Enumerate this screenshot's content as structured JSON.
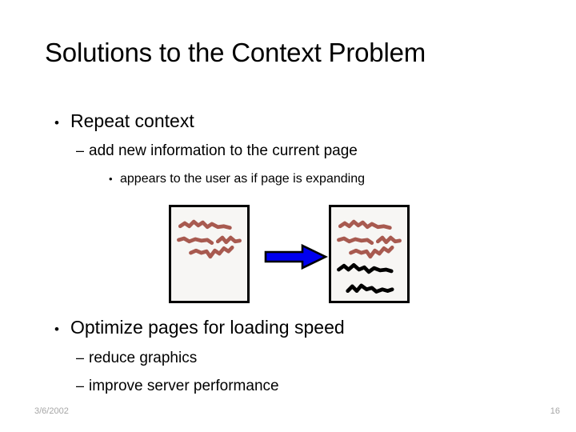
{
  "slide": {
    "title": "Solutions to the Context Problem",
    "background_color": "#FFFFFF",
    "bullets": [
      {
        "level": 1,
        "marker": "•",
        "text": "Repeat context"
      },
      {
        "level": 2,
        "marker": "–",
        "text": "add new information to the current page"
      },
      {
        "level": 3,
        "marker": "•",
        "text": "appears to the user as if page is expanding"
      },
      {
        "level": 1,
        "marker": "•",
        "text": "Optimize pages for loading speed"
      },
      {
        "level": 2,
        "marker": "–",
        "text": "reduce graphics"
      },
      {
        "level": 2,
        "marker": "–",
        "text": "improve server performance"
      }
    ]
  },
  "diagram": {
    "name": "page-expansion-diagram",
    "colors": {
      "existing_content_line": "#A85A50",
      "new_content_line": "#000000",
      "page_border": "#000000",
      "page_fill": "#F7F6F4",
      "arrow_fill": "#0000EE",
      "arrow_outline": "#000000"
    },
    "page_before": {
      "name": "page-box-before",
      "existing_lines": 3,
      "new_lines": 0
    },
    "arrow": {
      "name": "arrow-transition",
      "direction": "right"
    },
    "page_after": {
      "name": "page-box-after",
      "existing_lines": 3,
      "new_lines": 2
    }
  },
  "footer": {
    "date": "3/6/2002",
    "slide_number": "16",
    "text_color": "#A6A6A6"
  }
}
